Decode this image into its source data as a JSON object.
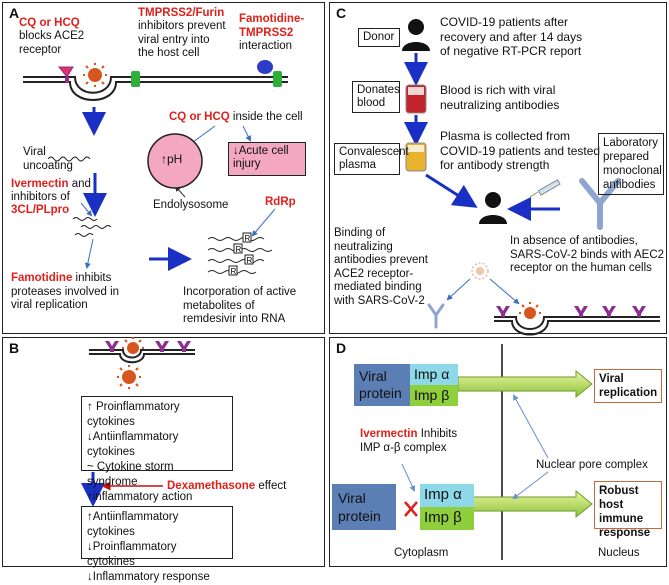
{
  "panels": {
    "a": "A",
    "b": "B",
    "c": "C",
    "d": "D"
  },
  "panel_a": {
    "cq_hcq": "CQ or HCQ",
    "blocks_ace2": "blocks ACE2\nreceptor",
    "tmprss2_furin": "TMPRSS2/Furin",
    "inhibitors_entry": "inhibitors prevent\nviral entry into\nthe host cell",
    "famotidine_tmprss2": "Famotidine-\nTMPRSS2",
    "interaction": "interaction",
    "cq_inside": "CQ or HCQ",
    "inside_cell": " inside the cell",
    "ph": "↑pH",
    "acute_injury": "↓Acute cell\ninjury",
    "endolysosome": "Endolysosome",
    "viral_uncoating": "Viral\nuncoating",
    "ivermectin": "Ivermectin",
    "ivermectin_and": " and",
    "inhibitors_of": "inhibitors of",
    "clpro": "3CL/PLpro",
    "rdrp": "RdRp",
    "famotidine": "Famotidine",
    "famotidine_text": " inhibits\nproteases involved in\nviral replication",
    "incorporation": "Incorporation of active\nmetabolites of\nremdesivir into RNA",
    "rna_letter": "R"
  },
  "panel_b": {
    "box1": "↑ Proinflammatory cytokines\n↓Antiinflammatory cytokines\n~ Cytokine storm syndrome\n↑inflammatory action",
    "dexamethasone": "Dexamethasone",
    "effect": " effect",
    "box2": "↑Antiinflammatory cytokines\n↓Proinflammatory cytokines\n↓Inflammatory response"
  },
  "panel_c": {
    "donor": "Donor",
    "donor_text": "COVID-19 patients after\nrecovery and after 14 days\nof negative RT-PCR report",
    "donates_blood": "Donates\nblood",
    "blood_text": "Blood is rich with viral\nneutralizing antibodies",
    "conv_plasma": "Convalescent\nplasma",
    "plasma_text": "Plasma is collected from\nCOVID-19 patients and tested\nfor antibody strength",
    "lab_antibodies": "Laboratory\nprepared\nmonoclonal\nantibodies",
    "binding_text": "Binding of\nneutralizing\nantibodies prevent\nACE2 receptor-\nmediated binding\nwith SARS-CoV-2",
    "absence_text": "In absence of antibodies,\nSARS-CoV-2 binds with AEC2\nreceptor on the human cells"
  },
  "panel_d": {
    "viral_protein_1": "Viral\nprotein",
    "imp_alpha_1": "Imp α",
    "imp_beta_1": "Imp β",
    "viral_replication": "Viral\nreplication",
    "ivermectin": "Ivermectin",
    "ivermectin_text": " Inhibits\nIMP α-β complex",
    "nuclear_pore": "Nuclear pore complex",
    "viral_protein_2": "Viral\nprotein",
    "imp_alpha_2": "Imp α",
    "imp_beta_2": "Imp β",
    "immune_response": "Robust host\nimmune\nresponse",
    "cytoplasm": "Cytoplasm",
    "nucleus": "Nucleus"
  },
  "colors": {
    "red_text": "#e0201b",
    "arrow_blue": "#1a2fc4",
    "virus": "#d7561f",
    "receptor": "#8e2f8e",
    "tmprss2": "#2fae3a",
    "famotidine_blob": "#2c3cc7",
    "ph_circle": "#f3a7c0",
    "injury_box": "#f3a7c0",
    "viral_protein": "#5b7fb4",
    "imp_alpha": "#8dd9ea",
    "imp_beta": "#8fcf3e",
    "green_arrow": "#c8e86a",
    "outcome_border": "#c56a3a"
  },
  "icons": [
    "virus-icon",
    "person-icon",
    "blood-bag-icon",
    "plasma-bag-icon",
    "antibody-icon",
    "syringe-icon",
    "inhibit-x-icon"
  ]
}
